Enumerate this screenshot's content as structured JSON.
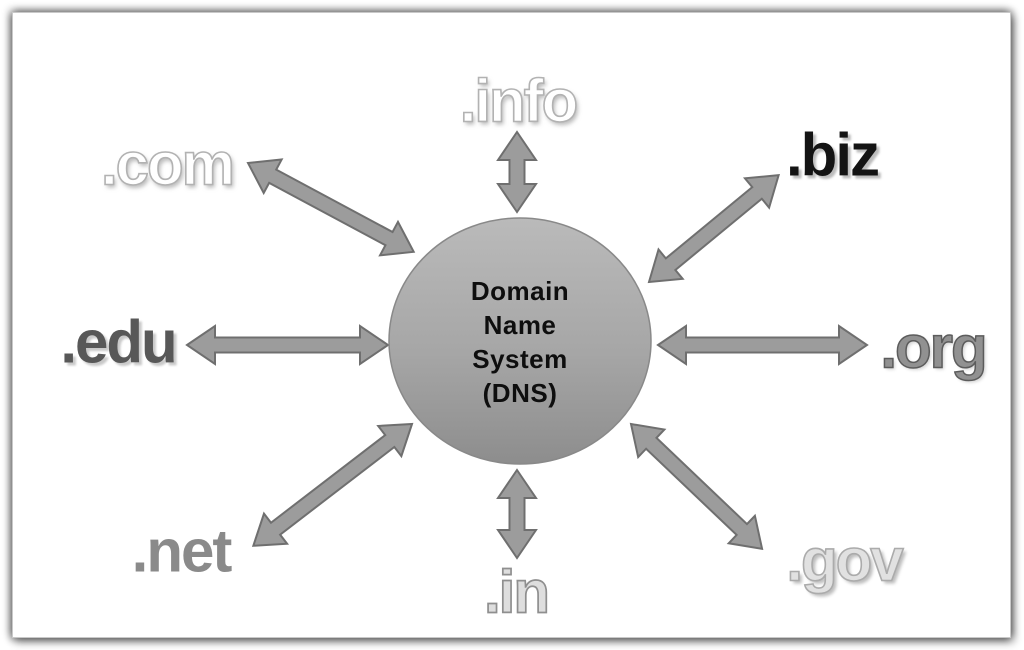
{
  "diagram": {
    "title": "Domain Name System (DNS)",
    "center": {
      "lines": [
        "Domain",
        "Name",
        "System",
        "(DNS)"
      ]
    },
    "nodes": {
      "com": ".com",
      "info": ".info",
      "biz": ".biz",
      "org": ".org",
      "edu": ".edu",
      "net": ".net",
      "in": ".in",
      "gov": ".gov"
    },
    "connections": [
      {
        "from": "Domain Name System (DNS)",
        "to": ".com",
        "type": "bidirectional"
      },
      {
        "from": "Domain Name System (DNS)",
        "to": ".info",
        "type": "bidirectional"
      },
      {
        "from": "Domain Name System (DNS)",
        "to": ".biz",
        "type": "bidirectional"
      },
      {
        "from": "Domain Name System (DNS)",
        "to": ".org",
        "type": "bidirectional"
      },
      {
        "from": "Domain Name System (DNS)",
        "to": ".edu",
        "type": "bidirectional"
      },
      {
        "from": "Domain Name System (DNS)",
        "to": ".net",
        "type": "bidirectional"
      },
      {
        "from": "Domain Name System (DNS)",
        "to": ".in",
        "type": "bidirectional"
      },
      {
        "from": "Domain Name System (DNS)",
        "to": ".gov",
        "type": "bidirectional"
      }
    ],
    "colors": {
      "arrow_fill": "#9c9c9c",
      "arrow_outline": "#6f6f6f",
      "circle_top": "#bababa",
      "circle_bottom": "#8d8d8d",
      "background": "#ffffff"
    }
  }
}
